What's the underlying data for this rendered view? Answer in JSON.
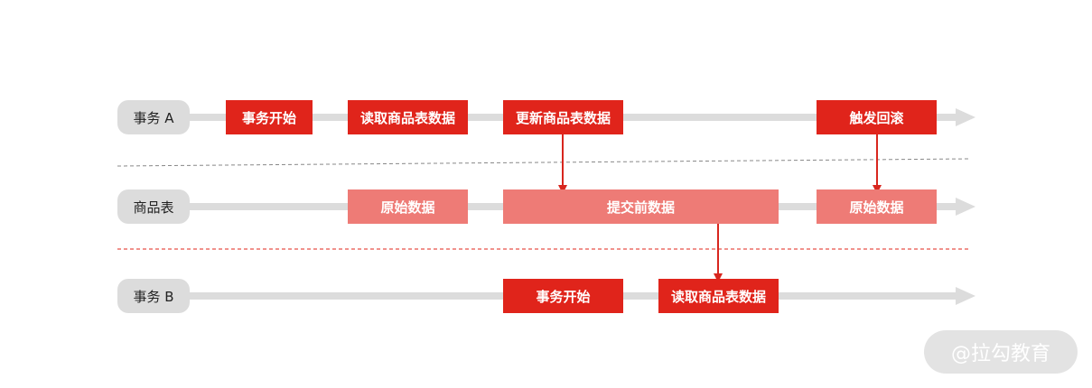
{
  "rows": {
    "txA": {
      "label": "事务 A",
      "steps": [
        "事务开始",
        "读取商品表数据",
        "更新商品表数据",
        "触发回滚"
      ]
    },
    "table": {
      "label": "商品表",
      "steps": [
        "原始数据",
        "提交前数据",
        "原始数据"
      ]
    },
    "txB": {
      "label": "事务 B",
      "steps": [
        "事务开始",
        "读取商品表数据"
      ]
    }
  },
  "watermark": "@拉勾教育",
  "colors": {
    "timeline": "#dcdcdc",
    "step_dark": "#e0241b",
    "step_light": "#ee7b76",
    "divider_gray": "#888888",
    "divider_red": "#e0241b",
    "arrow": "#d8261e"
  }
}
